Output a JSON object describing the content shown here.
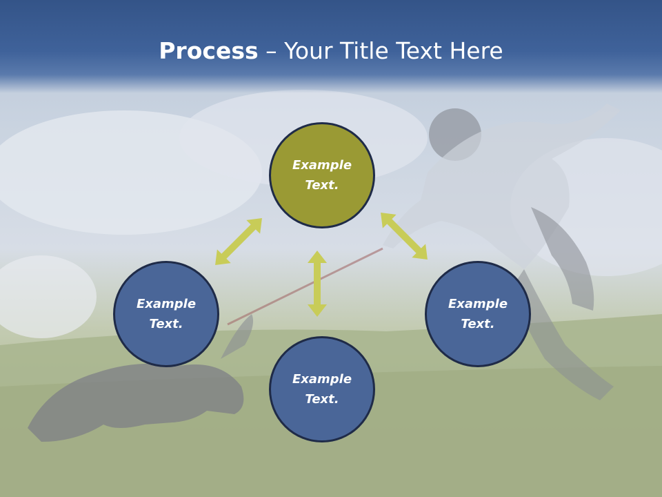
{
  "slide": {
    "title_bold": "Process",
    "title_rest": " – Your Title Text Here"
  },
  "nodes": {
    "top": {
      "line1": "Example",
      "line2": "Text."
    },
    "left": {
      "line1": "Example",
      "line2": "Text."
    },
    "right": {
      "line1": "Example",
      "line2": "Text."
    },
    "bottom": {
      "line1": "Example",
      "line2": "Text."
    }
  },
  "colors": {
    "header": "#3f629a",
    "circle_blue": "#4a6698",
    "circle_olive": "#9a9a34",
    "arrow": "#c8cc58"
  }
}
